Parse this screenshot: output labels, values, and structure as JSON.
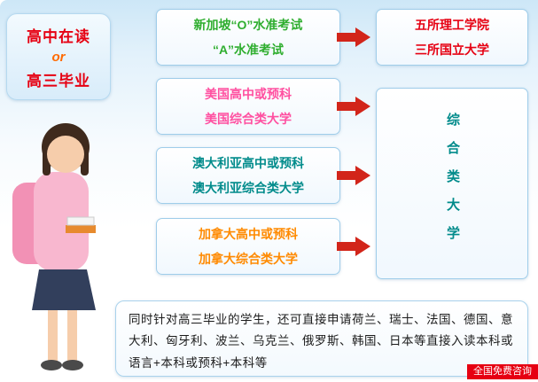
{
  "left_panel": {
    "status_line1": "高中在读",
    "or_label": "or",
    "status_line2": "高三毕业"
  },
  "pathways": [
    {
      "lines": [
        "新加坡“O”水准考试",
        "“A”水准考试"
      ],
      "color": "#2fae2f"
    },
    {
      "lines": [
        "美国高中或预科",
        "美国综合类大学"
      ],
      "color": "#ff4fa0"
    },
    {
      "lines": [
        "澳大利亚高中或预科",
        "澳大利亚综合类大学"
      ],
      "color": "#008b8b"
    },
    {
      "lines": [
        "加拿大高中或预科",
        "加拿大综合类大学"
      ],
      "color": "#ff8a00"
    }
  ],
  "destinations": {
    "singapore": {
      "lines": [
        "五所理工学院",
        "三所国立大学"
      ],
      "color": "#e60012"
    },
    "comprehensive": {
      "text": "综合类大学",
      "color": "#008b8b"
    }
  },
  "footer": {
    "text": "同时针对高三毕业的学生，还可直接申请荷兰、瑞士、法国、德国、意大利、匈牙利、波兰、乌克兰、俄罗斯、韩国、日本等直接入读本科或语言+本科或预科+本科等"
  },
  "badge": {
    "text": "全国免费咨询"
  },
  "icons": {
    "arrow": "red-right-arrow",
    "student": "student-photo"
  },
  "colors": {
    "arrow_red": "#d2251a",
    "accent_red": "#e60012",
    "green": "#2fae2f",
    "pink": "#ff4fa0",
    "teal": "#008b8b",
    "orange": "#ff8a00",
    "border_blue": "#9fcdea",
    "bg_top_blue": "#cde7f7"
  }
}
